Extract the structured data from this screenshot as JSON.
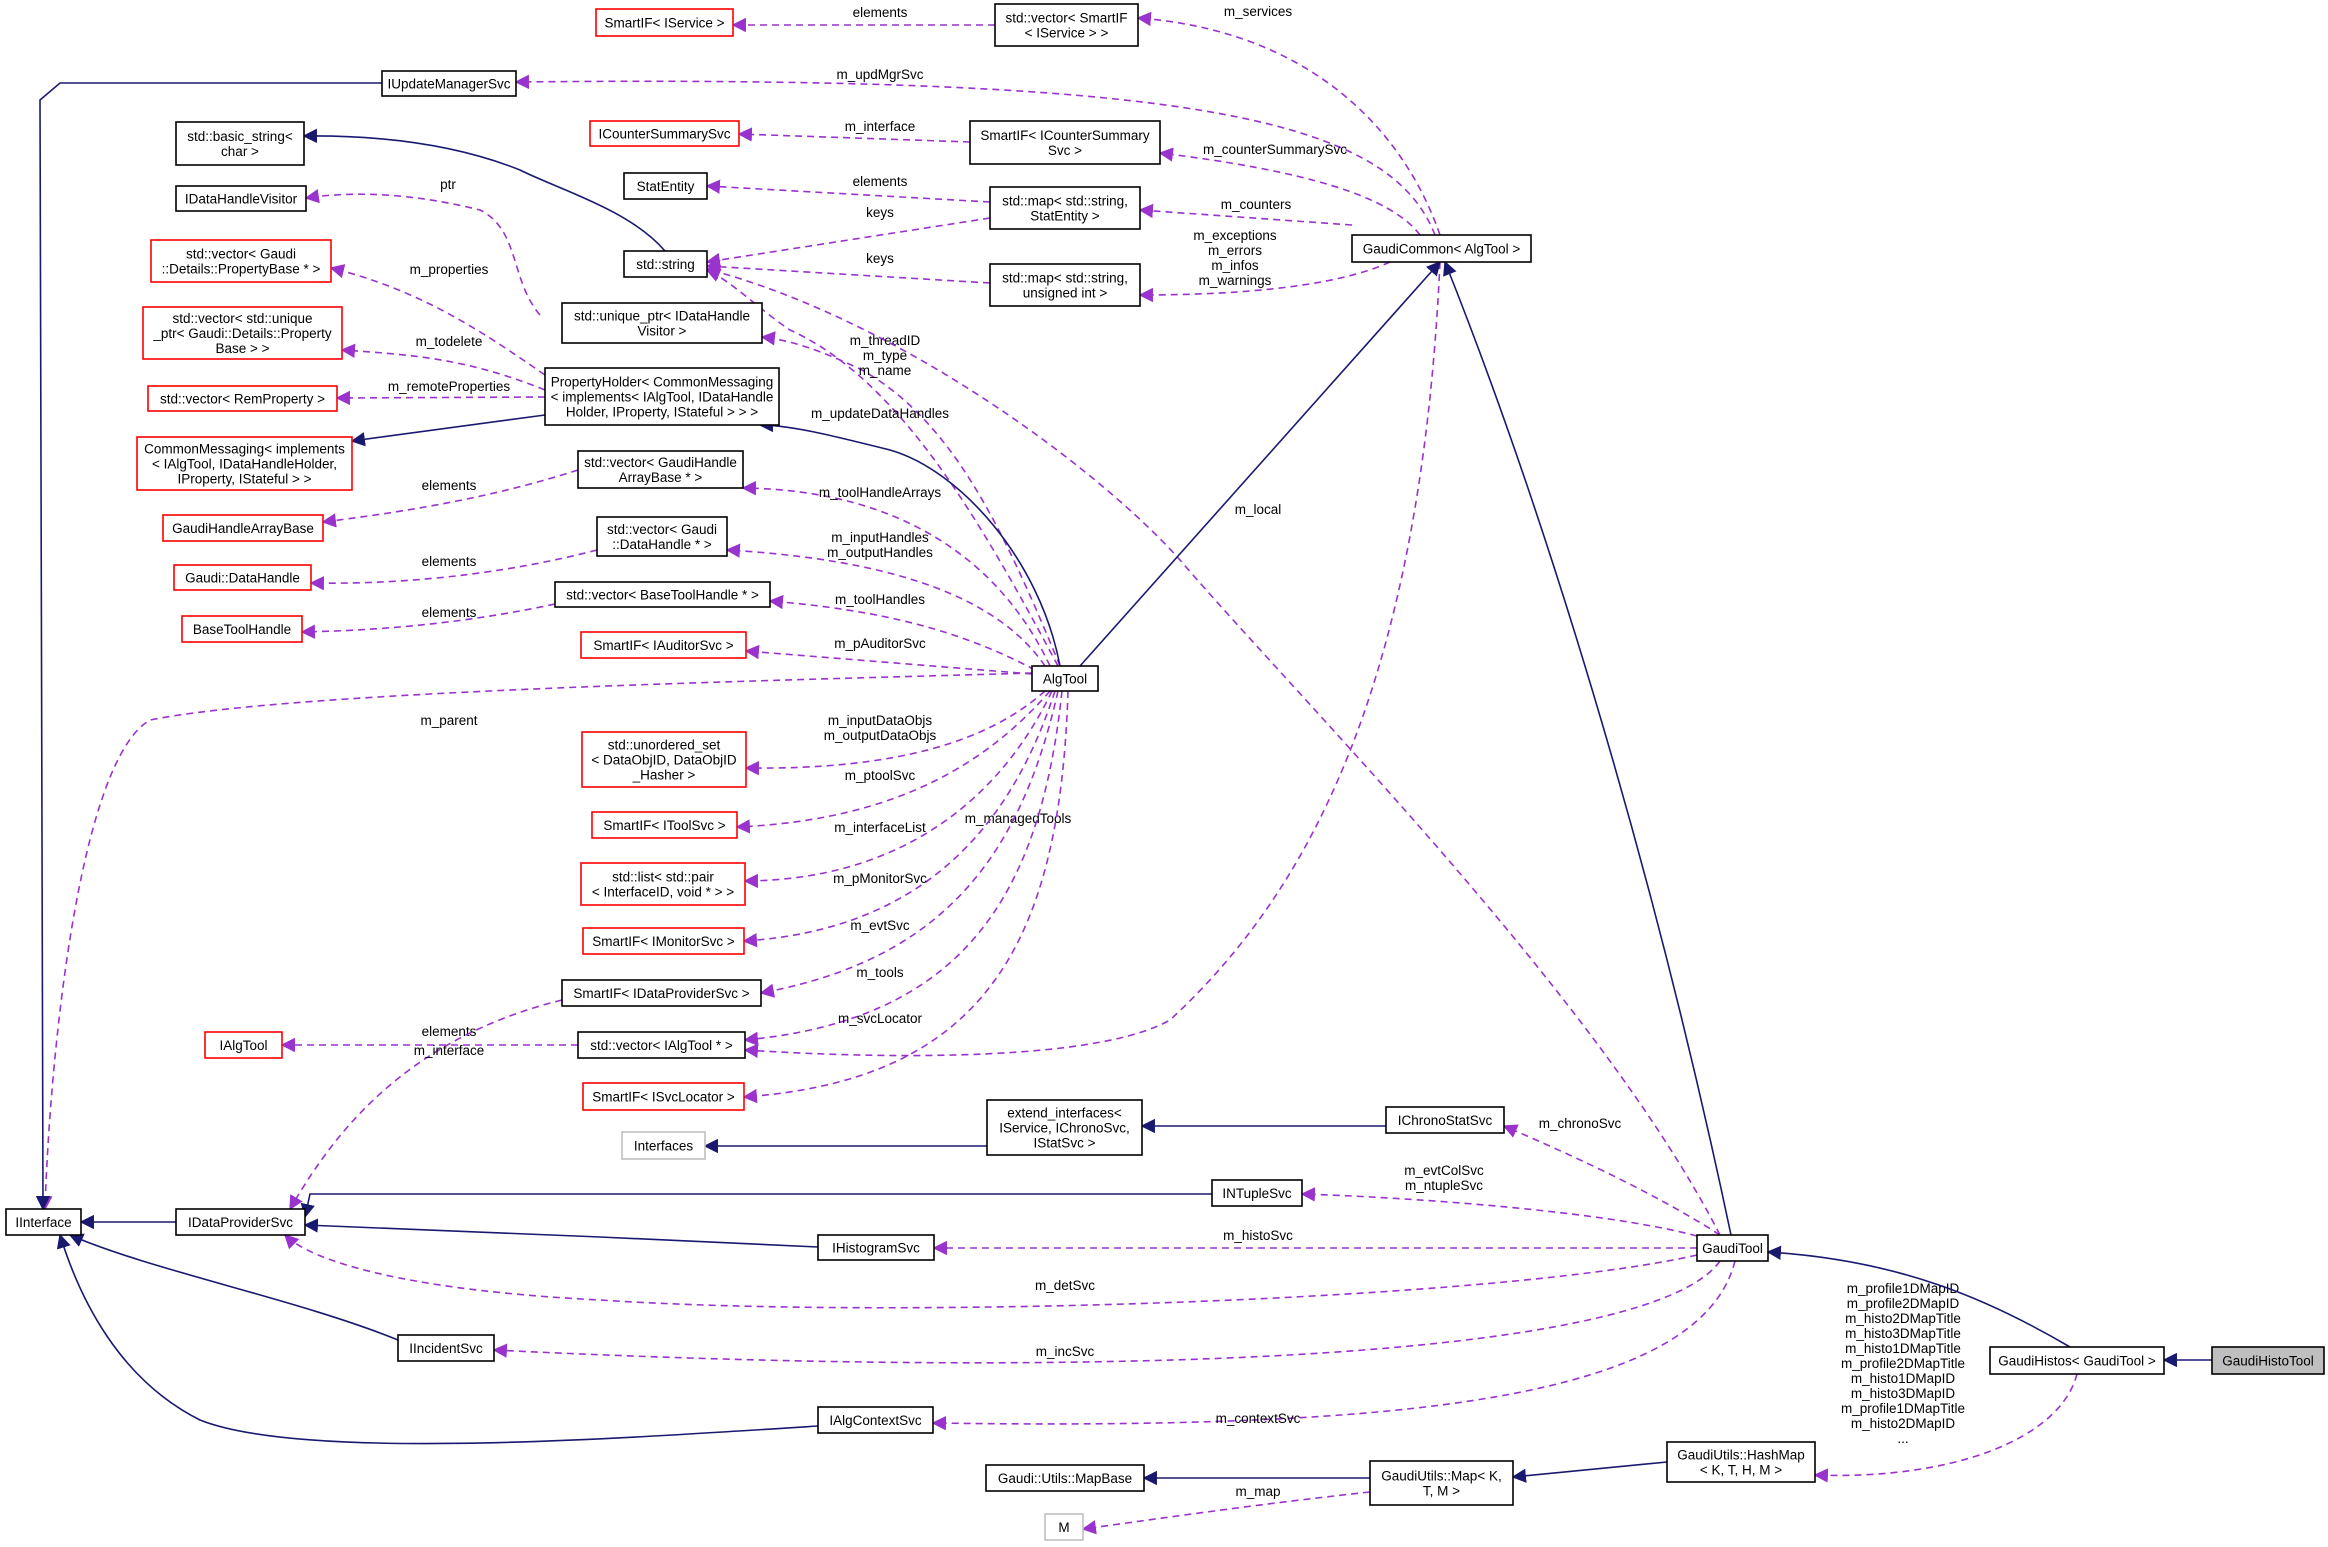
{
  "colors": {
    "node_border_black": "#000000",
    "node_border_red": "#ff0000",
    "node_border_gray": "#bfbfbf",
    "node_fill_focus": "#bfbfbf",
    "edge_inherit": "#191970",
    "edge_usage": "#9a32cd",
    "background": "#ffffff"
  },
  "nodes": [
    {
      "id": "smartif_iservice",
      "style": "red",
      "lines": [
        "SmartIF< IService >"
      ]
    },
    {
      "id": "vector_smartif_iservice",
      "style": "black",
      "lines": [
        "std::vector< SmartIF",
        "< IService > >"
      ]
    },
    {
      "id": "iupdatemanagersvc",
      "style": "black",
      "lines": [
        "IUpdateManagerSvc"
      ]
    },
    {
      "id": "basic_string",
      "style": "black",
      "lines": [
        "std::basic_string<",
        "char >"
      ]
    },
    {
      "id": "icountersummarysvc",
      "style": "red",
      "lines": [
        "ICounterSummarySvc"
      ]
    },
    {
      "id": "smartif_icountersummarysvc",
      "style": "black",
      "lines": [
        "SmartIF< ICounterSummary",
        "Svc >"
      ]
    },
    {
      "id": "idatahandlevisitor",
      "style": "black",
      "lines": [
        "IDataHandleVisitor"
      ]
    },
    {
      "id": "statentity",
      "style": "black",
      "lines": [
        "StatEntity"
      ]
    },
    {
      "id": "map_string_statentity",
      "style": "black",
      "lines": [
        "std::map< std::string,",
        "StatEntity >"
      ]
    },
    {
      "id": "gaudicommon_algtool",
      "style": "black",
      "lines": [
        "GaudiCommon< AlgTool >"
      ]
    },
    {
      "id": "std_string",
      "style": "black",
      "lines": [
        "std::string"
      ]
    },
    {
      "id": "map_string_uint",
      "style": "black",
      "lines": [
        "std::map< std::string,",
        "unsigned int >"
      ]
    },
    {
      "id": "vector_propertybase",
      "style": "red",
      "lines": [
        "std::vector< Gaudi",
        "::Details::PropertyBase * >"
      ]
    },
    {
      "id": "unique_ptr_visitor",
      "style": "black",
      "lines": [
        "std::unique_ptr< IDataHandle",
        "Visitor >"
      ]
    },
    {
      "id": "vector_unique_ptr_propertybase",
      "style": "red",
      "lines": [
        "std::vector< std::unique",
        "_ptr< Gaudi::Details::Property",
        "Base > >"
      ]
    },
    {
      "id": "vector_remproperty",
      "style": "red",
      "lines": [
        "std::vector< RemProperty >"
      ]
    },
    {
      "id": "propertyholder",
      "style": "black",
      "lines": [
        "PropertyHolder< CommonMessaging",
        "< implements< IAlgTool, IDataHandle",
        "Holder, IProperty, IStateful > > >"
      ]
    },
    {
      "id": "commonmessaging",
      "style": "red",
      "lines": [
        "CommonMessaging< implements",
        "< IAlgTool, IDataHandleHolder,",
        "IProperty, IStateful > >"
      ]
    },
    {
      "id": "vector_gaudihandlearraybase",
      "style": "black",
      "lines": [
        "std::vector< GaudiHandle",
        "ArrayBase * >"
      ]
    },
    {
      "id": "gaudihandlearraybase",
      "style": "red",
      "lines": [
        "GaudiHandleArrayBase"
      ]
    },
    {
      "id": "vector_datahandle",
      "style": "black",
      "lines": [
        "std::vector< Gaudi",
        "::DataHandle * >"
      ]
    },
    {
      "id": "gaudi_datahandle",
      "style": "red",
      "lines": [
        "Gaudi::DataHandle"
      ]
    },
    {
      "id": "vector_basetoolhandle",
      "style": "black",
      "lines": [
        "std::vector< BaseToolHandle * >"
      ]
    },
    {
      "id": "basetoolhandle",
      "style": "red",
      "lines": [
        "BaseToolHandle"
      ]
    },
    {
      "id": "smartif_iauditorsvc",
      "style": "red",
      "lines": [
        "SmartIF< IAuditorSvc >"
      ]
    },
    {
      "id": "algtool",
      "style": "black",
      "lines": [
        "AlgTool"
      ]
    },
    {
      "id": "unordered_set_dataobjid",
      "style": "red",
      "lines": [
        "std::unordered_set",
        "< DataObjID, DataObjID",
        "_Hasher >"
      ]
    },
    {
      "id": "smartif_itoolsvc",
      "style": "red",
      "lines": [
        "SmartIF< IToolSvc >"
      ]
    },
    {
      "id": "list_pair_interfaceid",
      "style": "red",
      "lines": [
        "std::list< std::pair",
        "< InterfaceID, void * > >"
      ]
    },
    {
      "id": "smartif_imonitorsvc",
      "style": "red",
      "lines": [
        "SmartIF< IMonitorSvc >"
      ]
    },
    {
      "id": "smartif_idataprovidersvc",
      "style": "black",
      "lines": [
        "SmartIF< IDataProviderSvc >"
      ]
    },
    {
      "id": "ialgtool",
      "style": "red",
      "lines": [
        "IAlgTool"
      ]
    },
    {
      "id": "vector_ialgtool",
      "style": "black",
      "lines": [
        "std::vector< IAlgTool * >"
      ]
    },
    {
      "id": "smartif_isvclocator",
      "style": "red",
      "lines": [
        "SmartIF< ISvcLocator >"
      ]
    },
    {
      "id": "extend_interfaces",
      "style": "black",
      "lines": [
        "extend_interfaces<",
        "IService, IChronoSvc,",
        "IStatSvc >"
      ]
    },
    {
      "id": "ichronostatsvc",
      "style": "black",
      "lines": [
        "IChronoStatSvc"
      ]
    },
    {
      "id": "interfaces",
      "style": "gray",
      "lines": [
        "Interfaces"
      ]
    },
    {
      "id": "ntuplesvc",
      "style": "black",
      "lines": [
        "INTupleSvc"
      ]
    },
    {
      "id": "iinterface",
      "style": "black",
      "lines": [
        "IInterface"
      ]
    },
    {
      "id": "idataprovidersvc",
      "style": "black",
      "lines": [
        "IDataProviderSvc"
      ]
    },
    {
      "id": "ihistogramsvc",
      "style": "black",
      "lines": [
        "IHistogramSvc"
      ]
    },
    {
      "id": "gauditool",
      "style": "black",
      "lines": [
        "GaudiTool"
      ]
    },
    {
      "id": "iincidentsvc",
      "style": "black",
      "lines": [
        "IIncidentSvc"
      ]
    },
    {
      "id": "gaudihistos_gauditool",
      "style": "black",
      "lines": [
        "GaudiHistos< GaudiTool >"
      ]
    },
    {
      "id": "gaudihistotool",
      "style": "focus",
      "lines": [
        "GaudiHistoTool"
      ]
    },
    {
      "id": "ialgcontextsvc",
      "style": "black",
      "lines": [
        "IAlgContextSvc"
      ]
    },
    {
      "id": "hashmap",
      "style": "black",
      "lines": [
        "GaudiUtils::HashMap",
        "< K, T, H, M >"
      ]
    },
    {
      "id": "mapbase",
      "style": "black",
      "lines": [
        "Gaudi::Utils::MapBase"
      ]
    },
    {
      "id": "gaudiutils_map",
      "style": "black",
      "lines": [
        "GaudiUtils::Map< K,",
        "T, M >"
      ]
    },
    {
      "id": "m_type",
      "style": "gray",
      "lines": [
        "M"
      ]
    }
  ],
  "edges": [
    {
      "id": "e_elements_iservice",
      "kind": "usage",
      "labels": [
        "elements"
      ]
    },
    {
      "id": "e_m_services",
      "kind": "usage",
      "labels": [
        "m_services"
      ]
    },
    {
      "id": "e_m_updmgrsvc",
      "kind": "usage",
      "labels": [
        "m_updMgrSvc"
      ]
    },
    {
      "id": "e_m_interface_counter",
      "kind": "usage",
      "labels": [
        "m_interface"
      ]
    },
    {
      "id": "e_m_countersummarysvc",
      "kind": "usage",
      "labels": [
        "m_counterSummarySvc"
      ]
    },
    {
      "id": "e_elements_statentity",
      "kind": "usage",
      "labels": [
        "elements"
      ]
    },
    {
      "id": "e_m_counters",
      "kind": "usage",
      "labels": [
        "m_counters"
      ]
    },
    {
      "id": "e_keys_statentity",
      "kind": "usage",
      "labels": [
        "keys"
      ]
    },
    {
      "id": "e_keys_uint",
      "kind": "usage",
      "labels": [
        "keys"
      ]
    },
    {
      "id": "e_m_exceptions",
      "kind": "usage",
      "labels": [
        "m_exceptions",
        "m_errors",
        "m_infos",
        "m_warnings"
      ]
    },
    {
      "id": "e_ptr",
      "kind": "usage",
      "labels": [
        "ptr"
      ]
    },
    {
      "id": "e_m_properties",
      "kind": "usage",
      "labels": [
        "m_properties"
      ]
    },
    {
      "id": "e_m_todelete",
      "kind": "usage",
      "labels": [
        "m_todelete"
      ]
    },
    {
      "id": "e_m_remoteproperties",
      "kind": "usage",
      "labels": [
        "m_remoteProperties"
      ]
    },
    {
      "id": "e_m_threadid",
      "kind": "usage",
      "labels": [
        "m_threadID",
        "m_type",
        "m_name"
      ]
    },
    {
      "id": "e_m_updatedatahandles",
      "kind": "usage",
      "labels": [
        "m_updateDataHandles"
      ]
    },
    {
      "id": "e_elements_gha",
      "kind": "usage",
      "labels": [
        "elements"
      ]
    },
    {
      "id": "e_m_toolhandlearrays",
      "kind": "usage",
      "labels": [
        "m_toolHandleArrays"
      ]
    },
    {
      "id": "e_elements_datahandle",
      "kind": "usage",
      "labels": [
        "elements"
      ]
    },
    {
      "id": "e_m_inputhandles",
      "kind": "usage",
      "labels": [
        "m_inputHandles",
        "m_outputHandles"
      ]
    },
    {
      "id": "e_elements_basetool",
      "kind": "usage",
      "labels": [
        "elements"
      ]
    },
    {
      "id": "e_m_toolhandles",
      "kind": "usage",
      "labels": [
        "m_toolHandles"
      ]
    },
    {
      "id": "e_m_pauditorsvc",
      "kind": "usage",
      "labels": [
        "m_pAuditorSvc"
      ]
    },
    {
      "id": "e_m_local",
      "kind": "usage",
      "labels": [
        "m_local"
      ]
    },
    {
      "id": "e_m_parent",
      "kind": "usage",
      "labels": [
        "m_parent"
      ]
    },
    {
      "id": "e_m_inputdataobjs",
      "kind": "usage",
      "labels": [
        "m_inputDataObjs",
        "m_outputDataObjs"
      ]
    },
    {
      "id": "e_m_ptoolsvc",
      "kind": "usage",
      "labels": [
        "m_ptoolSvc"
      ]
    },
    {
      "id": "e_m_managedtools",
      "kind": "usage",
      "labels": [
        "m_managedTools"
      ]
    },
    {
      "id": "e_m_interfacelist",
      "kind": "usage",
      "labels": [
        "m_interfaceList"
      ]
    },
    {
      "id": "e_m_pmonitorsvc",
      "kind": "usage",
      "labels": [
        "m_pMonitorSvc"
      ]
    },
    {
      "id": "e_m_evtsvc",
      "kind": "usage",
      "labels": [
        "m_evtSvc"
      ]
    },
    {
      "id": "e_m_tools",
      "kind": "usage",
      "labels": [
        "m_tools"
      ]
    },
    {
      "id": "e_elements_ialgtool",
      "kind": "usage",
      "labels": [
        "elements"
      ]
    },
    {
      "id": "e_m_interface_dp",
      "kind": "usage",
      "labels": [
        "m_interface"
      ]
    },
    {
      "id": "e_m_svclocator",
      "kind": "usage",
      "labels": [
        "m_svcLocator"
      ]
    },
    {
      "id": "e_m_chronosvc",
      "kind": "usage",
      "labels": [
        "m_chronoSvc"
      ]
    },
    {
      "id": "e_m_evtcolsvc",
      "kind": "usage",
      "labels": [
        "m_evtColSvc",
        "m_ntupleSvc"
      ]
    },
    {
      "id": "e_m_histosvc",
      "kind": "usage",
      "labels": [
        "m_histoSvc"
      ]
    },
    {
      "id": "e_m_detsvc",
      "kind": "usage",
      "labels": [
        "m_detSvc"
      ]
    },
    {
      "id": "e_m_incsvc",
      "kind": "usage",
      "labels": [
        "m_incSvc"
      ]
    },
    {
      "id": "e_m_contextsvc",
      "kind": "usage",
      "labels": [
        "m_contextSvc"
      ]
    },
    {
      "id": "e_m_profile",
      "kind": "usage",
      "labels": [
        "m_profile1DMapID",
        "m_profile2DMapID",
        "m_histo2DMapTitle",
        "m_histo3DMapTitle",
        "m_histo1DMapTitle",
        "m_profile2DMapTitle",
        "m_histo1DMapID",
        "m_histo3DMapID",
        "m_profile1DMapTitle",
        "m_histo2DMapID",
        "..."
      ]
    },
    {
      "id": "e_m_map",
      "kind": "usage",
      "labels": [
        "m_map"
      ]
    },
    {
      "id": "i_updmgr_iinterface",
      "kind": "inherit",
      "labels": []
    },
    {
      "id": "i_string_basic",
      "kind": "inherit",
      "labels": []
    },
    {
      "id": "i_propholder_commonmsg",
      "kind": "inherit",
      "labels": []
    },
    {
      "id": "i_algtool_propholder",
      "kind": "inherit",
      "labels": []
    },
    {
      "id": "i_algtool_gaudicommon",
      "kind": "inherit",
      "labels": []
    },
    {
      "id": "i_gaudicommon_gauditool",
      "kind": "inherit",
      "labels": []
    },
    {
      "id": "i_extend_interfaces",
      "kind": "inherit",
      "labels": []
    },
    {
      "id": "i_chrono_extend",
      "kind": "inherit",
      "labels": []
    },
    {
      "id": "i_dataprovider_iinterface",
      "kind": "inherit",
      "labels": []
    },
    {
      "id": "i_ntuple_dataprovider",
      "kind": "inherit",
      "labels": []
    },
    {
      "id": "i_histogram_dataprovider",
      "kind": "inherit",
      "labels": []
    },
    {
      "id": "i_incident_iinterface",
      "kind": "inherit",
      "labels": []
    },
    {
      "id": "i_algcontext_iinterface",
      "kind": "inherit",
      "labels": []
    },
    {
      "id": "i_gaudihistos_gauditool",
      "kind": "inherit",
      "labels": []
    },
    {
      "id": "i_histotool_gaudihistos",
      "kind": "inherit",
      "labels": []
    },
    {
      "id": "i_map_mapbase",
      "kind": "inherit",
      "labels": []
    },
    {
      "id": "i_hashmap_map",
      "kind": "inherit",
      "labels": []
    }
  ]
}
